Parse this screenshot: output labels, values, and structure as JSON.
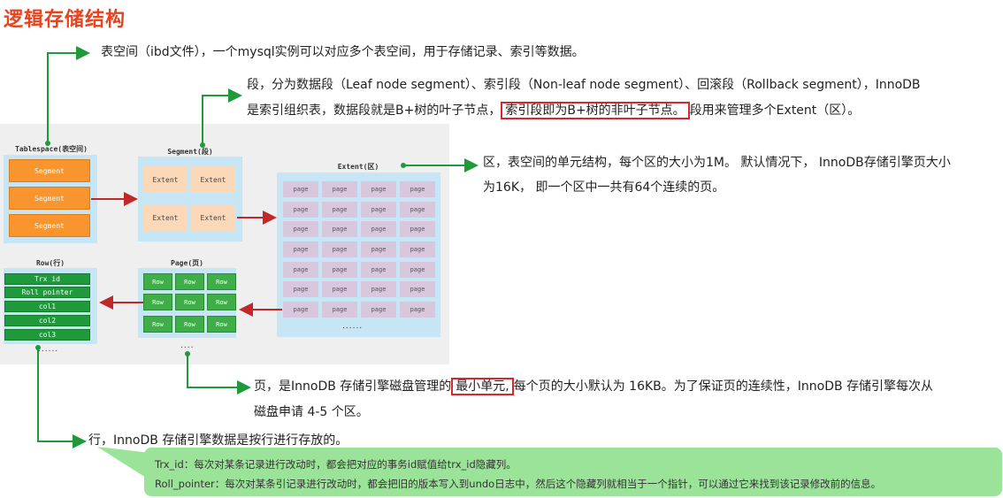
{
  "title": "逻辑存储结构",
  "diagram": {
    "tablespace": {
      "title": "Tablespace(表空间)",
      "items": [
        "Segment",
        "Segment",
        "Segment"
      ]
    },
    "segment": {
      "title": "Segment(段)",
      "items": [
        "Extent",
        "Extent",
        "Extent",
        "Extent"
      ]
    },
    "extent": {
      "title": "Extent(区)",
      "cell": "page",
      "dots": "......"
    },
    "page": {
      "title": "Page(页)",
      "cell": "Row",
      "dots": "...."
    },
    "row": {
      "title": "Row(行)",
      "fields": [
        "Trx id",
        "Roll pointer",
        "col1",
        "col2",
        "col3"
      ],
      "dots": "......"
    }
  },
  "descriptions": {
    "tablespace": "表空间（ibd文件），一个mysql实例可以对应多个表空间，用于存储记录、索引等数据。",
    "segment_line1": "段，分为数据段（Leaf node segment）、索引段（Non-leaf node segment）、回滚段（Rollback segment），InnoDB",
    "segment_line2_pre": "是索引组织表，数据段就是B+树的叶子节点，",
    "segment_line2_hl": "索引段即为B+树的非叶子节点。",
    "segment_line2_post": "段用来管理多个Extent（区）。",
    "extent_line1": "区，表空间的单元结构，每个区的大小为1M。 默认情况下， InnoDB存储引擎页大小",
    "extent_line2": "为16K， 即一个区中一共有64个连续的页。",
    "page_line1_pre": "页，是InnoDB 存储引擎磁盘管理的",
    "page_line1_hl": "最小单元,",
    "page_line1_post": "每个页的大小默认为 16KB。为了保证页的连续性，InnoDB 存储引擎每次从",
    "page_line2": "磁盘申请 4-5 个区。",
    "row": "行，InnoDB 存储引擎数据是按行进行存放的。"
  },
  "note": {
    "line1": "Trx_id：每次对某条记录进行改动时，都会把对应的事务id赋值给trx_id隐藏列。",
    "line2": "Roll_pointer：每次对某条引记录进行改动时，都会把旧的版本写入到undo日志中，然后这个隐藏列就相当于一个指针，可以通过它来找到该记录修改前的信息。"
  },
  "colors": {
    "title": "#e8431e",
    "connector": "#1e9a3a",
    "arrow": "#c0282a",
    "highlight": "#d9262c",
    "note_bg": "#9ce39a"
  }
}
